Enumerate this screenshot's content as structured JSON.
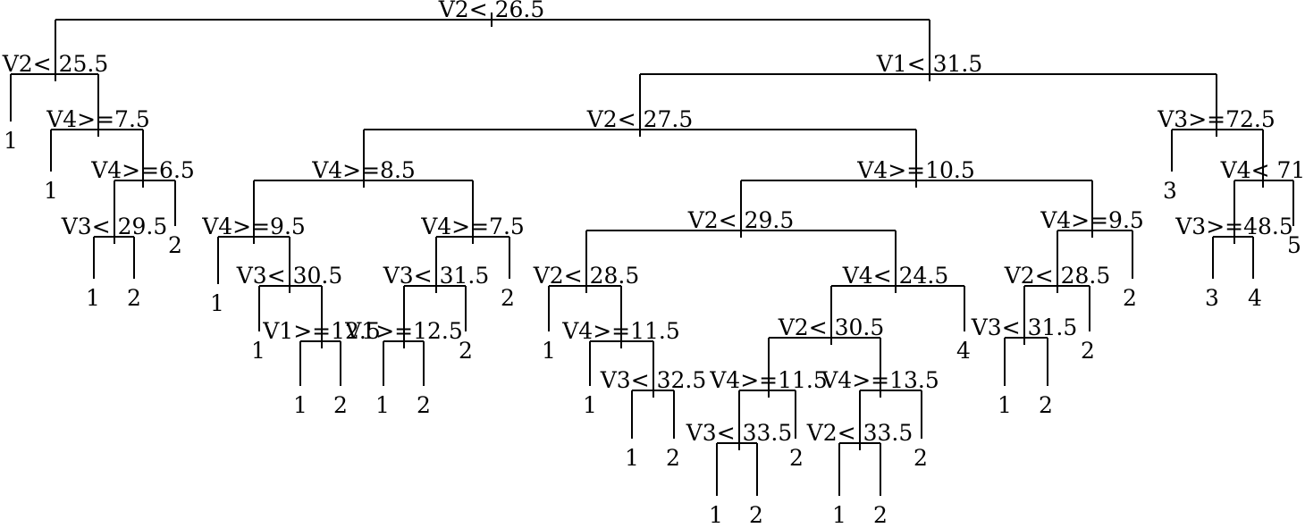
{
  "tree": {
    "color": "#000000",
    "background": "#ffffff",
    "root": {
      "label": "V2< 26.5",
      "left": {
        "label": "V2< 25.5",
        "left": {
          "leaf": "1"
        },
        "right": {
          "label": "V4>=7.5",
          "left": {
            "leaf": "1"
          },
          "right": {
            "label": "V4>=6.5",
            "left": {
              "label": "V3< 29.5",
              "left": {
                "leaf": "1"
              },
              "right": {
                "leaf": "2"
              }
            },
            "right": {
              "leaf": "2"
            }
          }
        }
      },
      "right": {
        "label": "V1< 31.5",
        "left": {
          "label": "V2< 27.5",
          "left": {
            "label": "V4>=8.5",
            "left": {
              "label": "V4>=9.5",
              "left": {
                "leaf": "1"
              },
              "right": {
                "label": "V3< 30.5",
                "left": {
                  "leaf": "1"
                },
                "right": {
                  "label": "V1>=12.5",
                  "left": {
                    "leaf": "1"
                  },
                  "right": {
                    "leaf": "2"
                  }
                }
              }
            },
            "right": {
              "label": "V4>=7.5",
              "left": {
                "label": "V3< 31.5",
                "left": {
                  "label": "V1>=12.5",
                  "left": {
                    "leaf": "1"
                  },
                  "right": {
                    "leaf": "2"
                  }
                },
                "right": {
                  "leaf": "2"
                }
              },
              "right": {
                "leaf": "2"
              }
            }
          },
          "right": {
            "label": "V4>=10.5",
            "left": {
              "label": "V2< 29.5",
              "left": {
                "label": "V2< 28.5",
                "left": {
                  "leaf": "1"
                },
                "right": {
                  "label": "V4>=11.5",
                  "left": {
                    "leaf": "1"
                  },
                  "right": {
                    "label": "V3< 32.5",
                    "left": {
                      "leaf": "1"
                    },
                    "right": {
                      "leaf": "2"
                    }
                  }
                }
              },
              "right": {
                "label": "V4< 24.5",
                "left": {
                  "label": "V2< 30.5",
                  "left": {
                    "label": "V4>=11.5",
                    "left": {
                      "label": "V3< 33.5",
                      "left": {
                        "leaf": "1"
                      },
                      "right": {
                        "leaf": "2"
                      }
                    },
                    "right": {
                      "leaf": "2"
                    }
                  },
                  "right": {
                    "label": "V4>=13.5",
                    "left": {
                      "label": "V2< 33.5",
                      "left": {
                        "leaf": "1"
                      },
                      "right": {
                        "leaf": "2"
                      }
                    },
                    "right": {
                      "leaf": "2"
                    }
                  }
                },
                "right": {
                  "leaf": "4"
                }
              }
            },
            "right": {
              "label": "V4>=9.5",
              "left": {
                "label": "V2< 28.5",
                "left": {
                  "label": "V3< 31.5",
                  "left": {
                    "leaf": "1"
                  },
                  "right": {
                    "leaf": "2"
                  }
                },
                "right": {
                  "leaf": "2"
                }
              },
              "right": {
                "leaf": "2"
              }
            }
          }
        },
        "right": {
          "label": "V3>=72.5",
          "left": {
            "leaf": "3"
          },
          "right": {
            "label": "V4< 71",
            "left": {
              "label": "V3>=48.5",
              "left": {
                "leaf": "3"
              },
              "right": {
                "leaf": "4"
              }
            },
            "right": {
              "leaf": "5"
            }
          }
        }
      }
    }
  }
}
